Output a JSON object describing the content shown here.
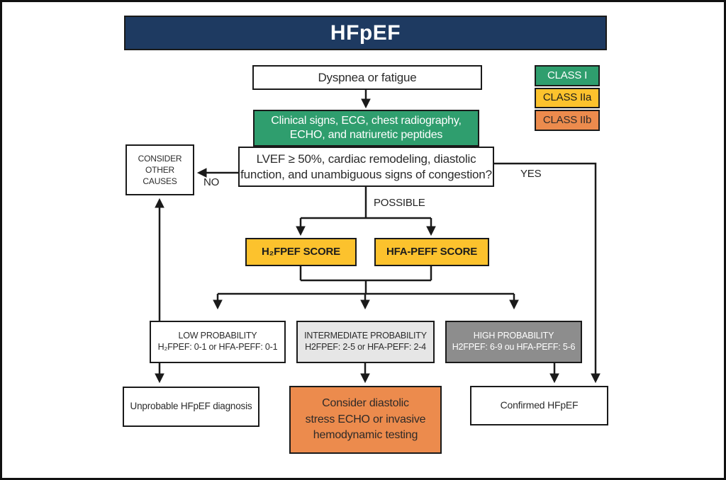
{
  "title": "HFpEF",
  "legend": [
    {
      "label": "CLASS I",
      "color": "#2f9e6e"
    },
    {
      "label": "CLASS IIa",
      "color": "#fcc22d"
    },
    {
      "label": "CLASS IIb",
      "color": "#ec8b4d"
    }
  ],
  "labels": {
    "no": "NO",
    "yes": "YES",
    "possible": "POSSIBLE"
  },
  "nodes": {
    "dyspnea": "Dyspnea or fatigue",
    "clinical": {
      "line1": "Clinical signs, ECG, chest radiography,",
      "line2": "ECHO, and natriuretic peptides"
    },
    "lvef": {
      "line1": "LVEF ≥ 50%, cardiac remodeling, diastolic",
      "line2": "function, and unambiguous signs of congestion?"
    },
    "consider_other": {
      "line1": "CONSIDER",
      "line2": "OTHER",
      "line3": "CAUSES"
    },
    "h2fpef_score": "H₂FPEF SCORE",
    "hfa_peff_score": "HFA-PEFF SCORE",
    "low": {
      "line1": "LOW PROBABILITY",
      "line2": "H₂FPEF: 0-1 or HFA-PEFF: 0-1"
    },
    "intermediate": {
      "line1": "INTERMEDIATE PROBABILITY",
      "line2": "H2FPEF: 2-5 or HFA-PEFF: 2-4"
    },
    "high": {
      "line1": "HIGH PROBABILITY",
      "line2": "H2FPEF: 6-9 ou HFA-PEFF: 5-6"
    },
    "unprobable": "Unprobable HFpEF diagnosis",
    "stress_testing": {
      "line1": "Consider diastolic",
      "line2": "stress ECHO or invasive",
      "line3": "hemodynamic testing"
    },
    "confirmed": "Confirmed HFpEF"
  },
  "colors": {
    "navy": "#1e3a61",
    "green": "#2f9e6e",
    "yellow": "#fcc22d",
    "orange": "#ec8b4d",
    "light_gray": "#e6e6e6",
    "dark_gray": "#8d8d8d",
    "line": "#1a1a1a"
  }
}
